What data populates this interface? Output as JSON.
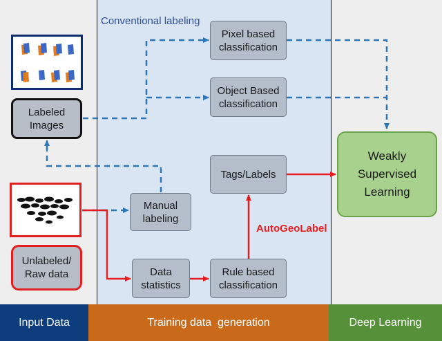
{
  "labels": {
    "conventional_labeling": "Conventional labeling",
    "autogeolabel": "AutoGeoLabel"
  },
  "boxes": {
    "pixel_based": "Pixel based\nclassification",
    "object_based": "Object Based\nclassification",
    "tags_labels": "Tags/Labels",
    "weakly_supervised": "Weakly\nSupervised\nLearning",
    "labeled_images": "Labeled\nImages",
    "manual_labeling": "Manual\nlabeling",
    "unlabeled_raw": "Unlabeled/\nRaw data",
    "data_statistics": "Data\nstatistics",
    "rule_based": "Rule based\nclassification"
  },
  "footer": {
    "input_data": "Input Data",
    "training_data_generation": "Training data  generation",
    "deep_learning": "Deep Learning"
  },
  "colors": {
    "dashed_arrow": "#2e75b6",
    "red_arrow": "#e41e1e",
    "input_panel": "#eeeeee",
    "training_panel": "#dae5f3",
    "deep_panel": "#eeeeee",
    "footer_input": "#0d3d7d",
    "footer_training": "#c96a1b",
    "footer_deep": "#56913a",
    "weak_box": "#a9d18e",
    "process_box": "#b4becb",
    "label_blue": "#2d4f94"
  }
}
